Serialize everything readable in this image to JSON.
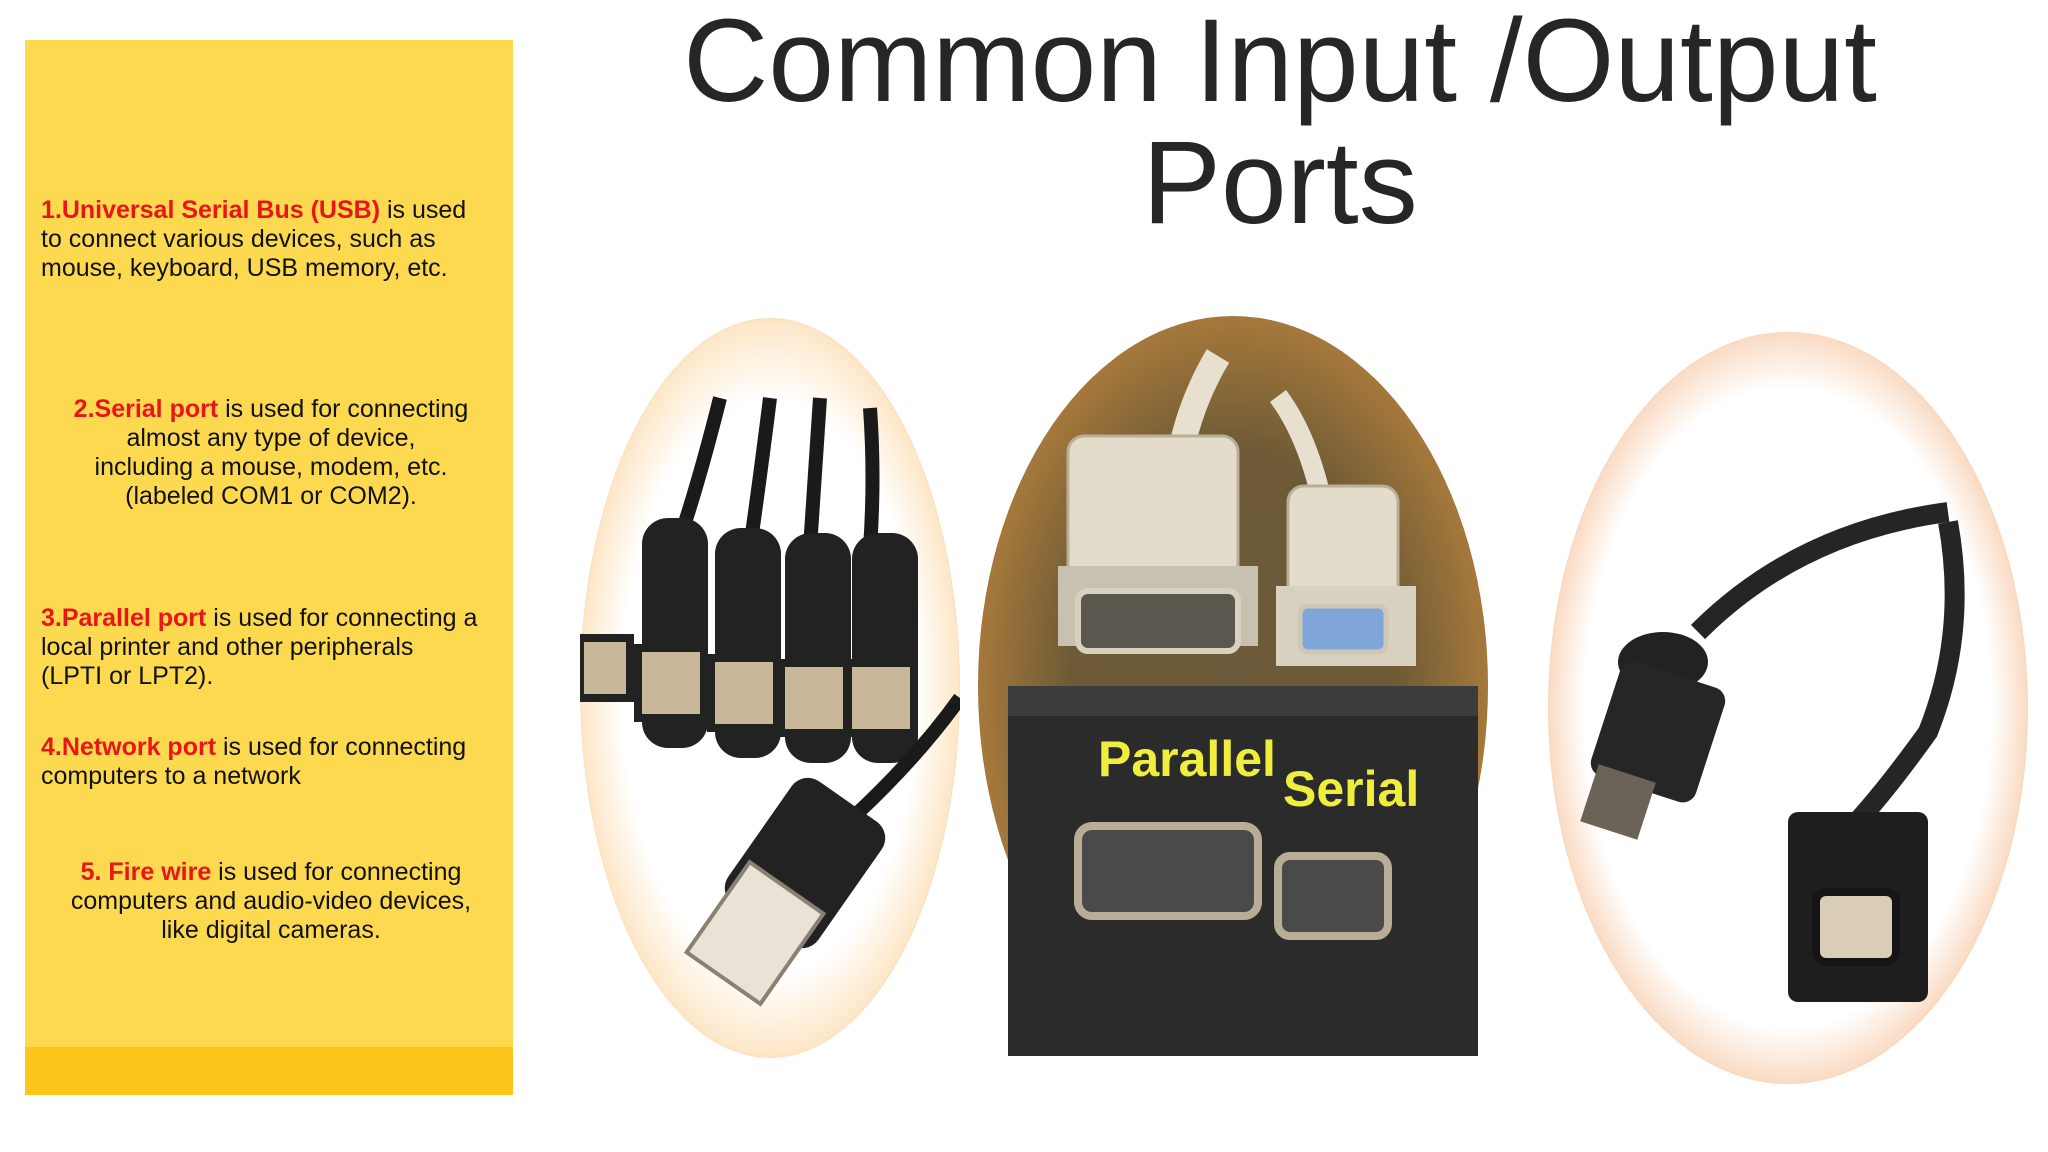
{
  "title_line1": "Common Input /Output",
  "title_line2": "Ports",
  "items": [
    {
      "key": "1.Universal Serial Bus (USB)",
      "line1": " is used",
      "rest": [
        "to connect various devices, such as",
        "mouse, keyboard, USB memory, etc."
      ]
    },
    {
      "key": "2.Serial port",
      "line1": " is used for connecting",
      "rest": [
        "almost any type of device,",
        "including a mouse, modem, etc.",
        "(labeled  COM1 or COM2)."
      ]
    },
    {
      "key": "3.Parallel port",
      "line1": " is used for connecting a",
      "rest": [
        "local printer and other peripherals",
        "(LPTI or LPT2)."
      ]
    },
    {
      "key": "4.Network port",
      "line1": " is used for connecting",
      "rest": [
        "computers to a network"
      ]
    },
    {
      "key": "5. Fire wire",
      "line1": " is used for connecting",
      "rest": [
        "computers and audio-video devices,",
        "like digital cameras."
      ]
    }
  ],
  "photo_labels": {
    "parallel": "Parallel",
    "serial": "Serial"
  },
  "colors": {
    "sidebar": "#fdd94f",
    "sidebar_band": "#fbc51b",
    "key_text": "#e8161b",
    "orange_ring": "#f39422",
    "dark_ring": "#ec6d1c",
    "brown_ring": "#d3852c"
  }
}
